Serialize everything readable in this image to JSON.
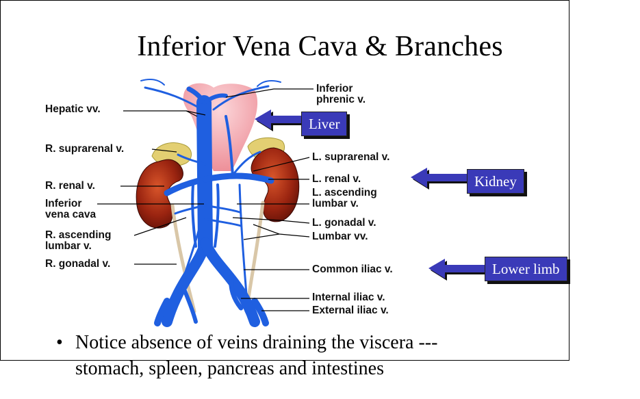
{
  "title": "Inferior Vena Cava & Branches",
  "labels": {
    "hepatic": "Hepatic vv.",
    "r_suprarenal": "R. suprarenal v.",
    "r_renal": "R. renal v.",
    "ivc": "Inferior\nvena cava",
    "r_asc_lumbar": "R. ascending\nlumbar v.",
    "r_gonadal": "R. gonadal v.",
    "inf_phrenic": "Inferior\nphrenic v.",
    "l_suprarenal": "L. suprarenal v.",
    "l_renal": "L. renal v.",
    "l_asc_lumbar": "L. ascending\nlumbar v.",
    "l_gonadal": "L. gonadal v.",
    "lumbar": "Lumbar vv.",
    "common_iliac": "Common iliac v.",
    "internal_iliac": "Internal iliac v.",
    "external_iliac": "External iliac v."
  },
  "callouts": {
    "liver": "Liver",
    "kidney": "Kidney",
    "lower_limb": "Lower limb"
  },
  "bullet": {
    "symbol": "•",
    "text": "Notice absence of veins draining the viscera ---\nstomach, spleen, pancreas and intestines"
  },
  "colors": {
    "vein": "#1f5fe0",
    "kidney": "#8a1c0e",
    "liver": "#f2a0a8",
    "adrenal": "#e6d27a",
    "callout": "#3a3ab8"
  }
}
